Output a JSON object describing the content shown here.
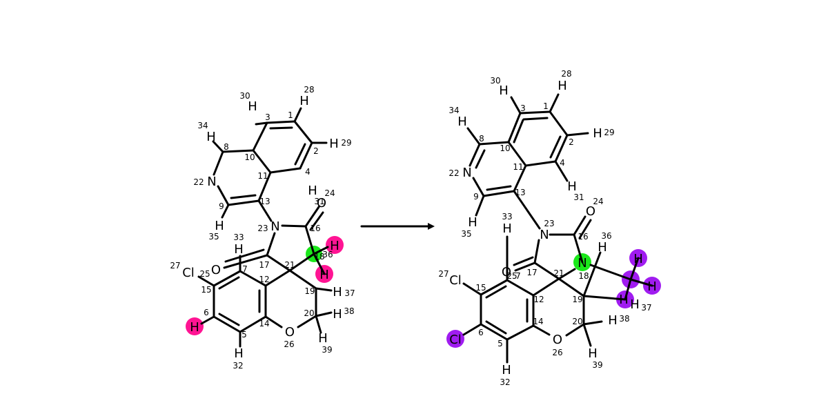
{
  "colors": {
    "pink": "#ff1493",
    "green": "#1be81b",
    "purple": "#a01cf0",
    "bond": "#000000"
  },
  "reactant": {
    "atoms": [
      {
        "label": "H",
        "index": "28"
      },
      {
        "label": "",
        "index": "1"
      },
      {
        "label": "",
        "index": "2"
      },
      {
        "label": "H",
        "index": "29"
      },
      {
        "label": "H",
        "index": "30"
      },
      {
        "label": "",
        "index": "3"
      },
      {
        "label": "",
        "index": "4"
      },
      {
        "label": "H",
        "index": "31"
      },
      {
        "label": "H",
        "index": "34"
      },
      {
        "label": "",
        "index": "8"
      },
      {
        "label": "",
        "index": "10"
      },
      {
        "label": "",
        "index": "11"
      },
      {
        "label": "N",
        "index": "22"
      },
      {
        "label": "",
        "index": "9"
      },
      {
        "label": "",
        "index": "13"
      },
      {
        "label": "H",
        "index": "35"
      },
      {
        "label": "O",
        "index": "24"
      },
      {
        "label": "N",
        "index": "23"
      },
      {
        "label": "",
        "index": "16"
      },
      {
        "label": "",
        "index": "18"
      },
      {
        "label": "H",
        "index": "36"
      },
      {
        "label": "H",
        "index": "33"
      },
      {
        "label": "O",
        "index": ""
      },
      {
        "label": "",
        "index": "7"
      },
      {
        "label": "",
        "index": "17"
      },
      {
        "label": "",
        "index": "21"
      },
      {
        "label": "Cl",
        "index": "27"
      },
      {
        "label": "",
        "index": "25"
      },
      {
        "label": "",
        "index": "12"
      },
      {
        "label": "",
        "index": "19"
      },
      {
        "label": "H",
        "index": "37"
      },
      {
        "label": "",
        "index": "15"
      },
      {
        "label": "",
        "index": "6"
      },
      {
        "label": "H",
        "index": ""
      },
      {
        "label": "",
        "index": "14"
      },
      {
        "label": "",
        "index": "20"
      },
      {
        "label": "H",
        "index": "38"
      },
      {
        "label": "",
        "index": "5"
      },
      {
        "label": "O",
        "index": "26"
      },
      {
        "label": "H",
        "index": "39"
      },
      {
        "label": "H",
        "index": "32"
      }
    ]
  },
  "product": {
    "atoms": [
      {
        "label": "H",
        "index": "28"
      },
      {
        "label": "H",
        "index": "30"
      },
      {
        "label": "",
        "index": "3"
      },
      {
        "label": "",
        "index": "1"
      },
      {
        "label": "",
        "index": "2"
      },
      {
        "label": "H",
        "index": "29"
      },
      {
        "label": "H",
        "index": "34"
      },
      {
        "label": "",
        "index": "8"
      },
      {
        "label": "",
        "index": "10"
      },
      {
        "label": "",
        "index": "11"
      },
      {
        "label": "",
        "index": "4"
      },
      {
        "label": "N",
        "index": "22"
      },
      {
        "label": "",
        "index": "9"
      },
      {
        "label": "",
        "index": "13"
      },
      {
        "label": "H",
        "index": "31"
      },
      {
        "label": "O",
        "index": "24"
      },
      {
        "label": "H",
        "index": "35"
      },
      {
        "label": "H",
        "index": "33"
      },
      {
        "label": "N",
        "index": "23"
      },
      {
        "label": "",
        "index": "16"
      },
      {
        "label": "H",
        "index": "36"
      },
      {
        "label": "O",
        "index": "25"
      },
      {
        "label": "",
        "index": "7"
      },
      {
        "label": "",
        "index": "17"
      },
      {
        "label": "",
        "index": "21"
      },
      {
        "label": "N",
        "index": "18"
      },
      {
        "label": "H",
        "index": ""
      },
      {
        "label": "Cl",
        "index": "27"
      },
      {
        "label": "",
        "index": "15"
      },
      {
        "label": "",
        "index": "12"
      },
      {
        "label": "",
        "index": "19"
      },
      {
        "label": "H",
        "index": ""
      },
      {
        "label": "H",
        "index": "37"
      },
      {
        "label": "H",
        "index": ""
      },
      {
        "label": "",
        "index": "6"
      },
      {
        "label": "",
        "index": "14"
      },
      {
        "label": "",
        "index": "20"
      },
      {
        "label": "H",
        "index": "38"
      },
      {
        "label": "Cl",
        "index": ""
      },
      {
        "label": "",
        "index": "5"
      },
      {
        "label": "O",
        "index": "26"
      },
      {
        "label": "H",
        "index": "39"
      },
      {
        "label": "H",
        "index": "32"
      }
    ]
  }
}
